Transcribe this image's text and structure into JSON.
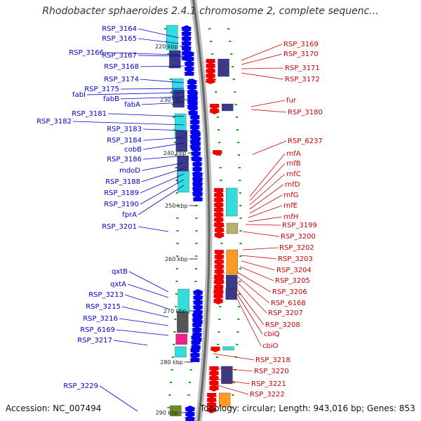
{
  "title": "Rhodobacter sphaeroides 2.4.1 chromosome 2, complete sequenc...",
  "footer": {
    "accession": "Accession: NC_007494",
    "topology": "Topology: circular; Length: 943,016 bp; Genes: 853"
  },
  "colors": {
    "left_label": "#0000cc",
    "right_label": "#cc0000",
    "left_arrow": "#0000ee",
    "right_arrow": "#ee0000",
    "cyan_box": "#33dddd",
    "navy_box": "#3a3a8a",
    "olive_box": "#b8b070",
    "orange_box": "#ff9922",
    "dark_box": "#555555",
    "magenta_box": "#ee2288",
    "green_box": "#6b8a2a",
    "ruler": "#888888",
    "tick": "#00aa00"
  },
  "kbp_labels": [
    "220 kbp",
    "230 kbp",
    "240 kbp",
    "250 kbp",
    "260 kbp",
    "270 kbp",
    "280 kbp",
    "290 kbp"
  ],
  "left_genes": [
    "RSP_3164",
    "RSP_3165",
    "RSP_3166",
    "RSP_3167",
    "RSP_3168",
    "RSP_3174",
    "RSP_3175",
    "fabI",
    "fabB",
    "fabA",
    "RSP_3181",
    "RSP_3182",
    "RSP_3183",
    "RSP_3184",
    "cobB",
    "RSP_3186",
    "mdoD",
    "RSP_3188",
    "RSP_3189",
    "RSP_3190",
    "fprA",
    "RSP_3201",
    "qxtB",
    "qxtA",
    "RSP_3213",
    "RSP_3215",
    "RSP_3216",
    "RSP_6169",
    "RSP_3217",
    "RSP_3229"
  ],
  "right_genes": [
    "RSP_3169",
    "RSP_3170",
    "RSP_3171",
    "RSP_3172",
    "fur",
    "RSP_3180",
    "RSP_6237",
    "rnfA",
    "rnfB",
    "rnfC",
    "rnfD",
    "rnfG",
    "rnfE",
    "rnfH",
    "RSP_3199",
    "RSP_3200",
    "RSP_3202",
    "RSP_3203",
    "RSP_3204",
    "RSP_3205",
    "RSP_3206",
    "RSP_6168",
    "RSP_3207",
    "RSP_3208",
    "cbiQ",
    "cbiO",
    "RSP_3218",
    "RSP_3220",
    "RSP_3221",
    "RSP_3222"
  ]
}
